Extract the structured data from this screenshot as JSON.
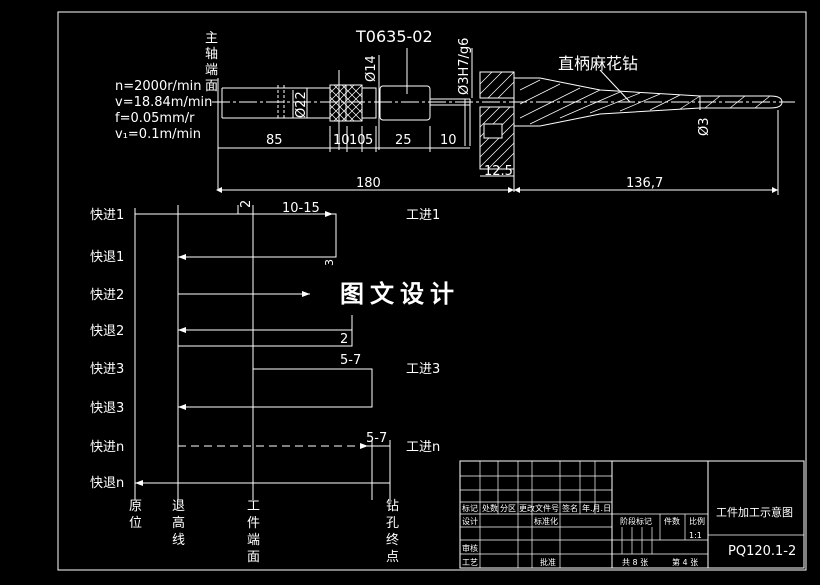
{
  "params": [
    "n=2000r/min",
    "v=18.84m/min",
    "f=0.05mm/r",
    "v₁=0.1m/min"
  ],
  "spindle_label": [
    "主",
    "轴",
    "端",
    "面"
  ],
  "tool_code": "T0635-02",
  "fit": "Ø3H7/g6",
  "drill_name": "直柄麻花钻",
  "dia_22": "Ø22",
  "dia_14": "Ø14",
  "dia_3": "Ø3",
  "dims_bottom": [
    "85",
    "10",
    "10",
    "5",
    "25",
    "10"
  ],
  "dim_12_5": "12.5",
  "dim_180": "180",
  "dim_136_7": "136,7",
  "cycle_dims": {
    "d2a": "2",
    "d10_15": "10-15",
    "d3": "3",
    "d2b": "2",
    "d5_7a": "5-7",
    "d5_7b": "5-7"
  },
  "left_labels": [
    "快进1",
    "快退1",
    "快进2",
    "快退2",
    "快进3",
    "快退3",
    "快进n",
    "快退n"
  ],
  "right_labels": [
    "工进1",
    "工进3",
    "工进n"
  ],
  "watermark": "图文设计",
  "bottom_labels": {
    "origin": [
      "原",
      "位"
    ],
    "retract": [
      "退",
      "高",
      "线"
    ],
    "work_face": [
      "工",
      "件",
      "端",
      "面"
    ],
    "drill_end": [
      "钻",
      "孔",
      "终",
      "点"
    ]
  },
  "title_block": {
    "row_labels": [
      "标记",
      "处数",
      "分区",
      "更改文件号",
      "签名",
      "年.月.日"
    ],
    "design": "设计",
    "standard": "标准化",
    "check": "审核",
    "process": "工艺",
    "approve": "批准",
    "stage": "阶段标记",
    "weight": "件数",
    "ratio": "比例",
    "ratio_value": "1:1",
    "sheets": "共 8 张",
    "sheet": "第 4 张",
    "drawing_title": "工件加工示意图",
    "drawing_no": "PQ120.1-2"
  }
}
